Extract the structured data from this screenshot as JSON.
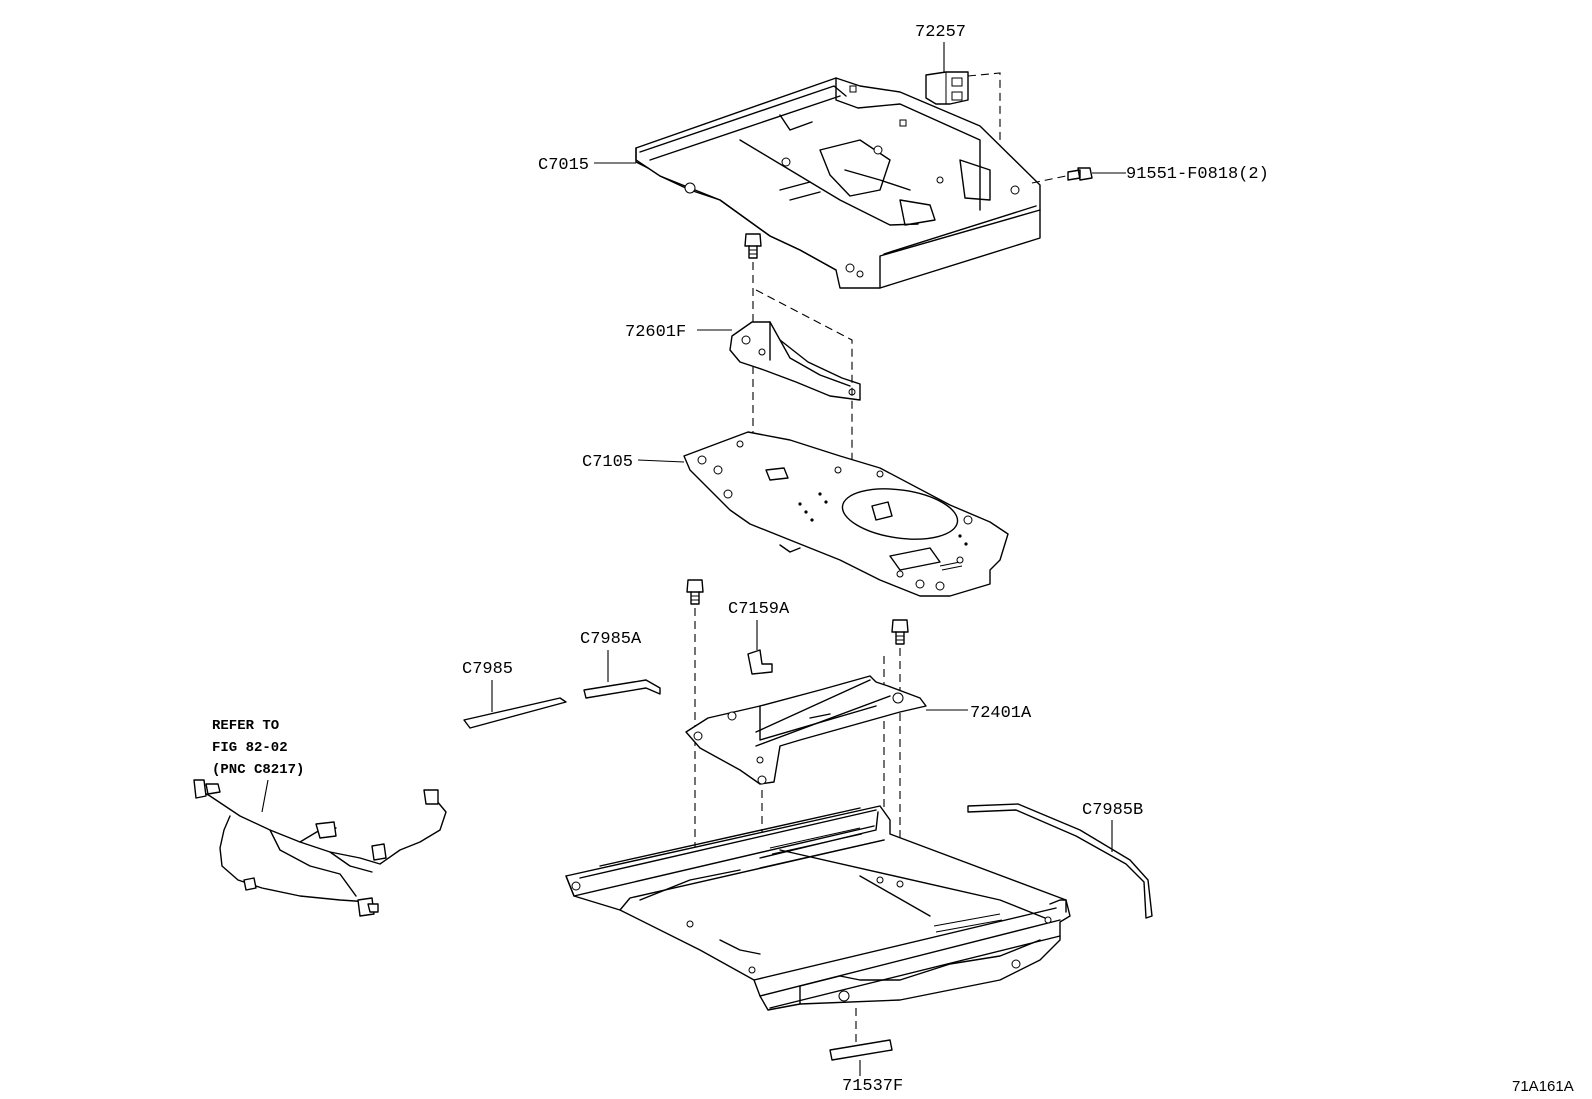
{
  "labels": {
    "p72257": "72257",
    "pC7015": "C7015",
    "p91551": "91551-F0818(2)",
    "p72601F": "72601F",
    "pC7105": "C7105",
    "pC7159A": "C7159A",
    "pC7985A": "C7985A",
    "pC7985": "C7985",
    "p72401A": "72401A",
    "pC7985B": "C7985B",
    "p71537F": "71537F"
  },
  "refer_note": {
    "line1": "REFER TO",
    "line2": "FIG 82-02",
    "line3": "(PNC C8217)"
  },
  "figure_code": "71A161A"
}
